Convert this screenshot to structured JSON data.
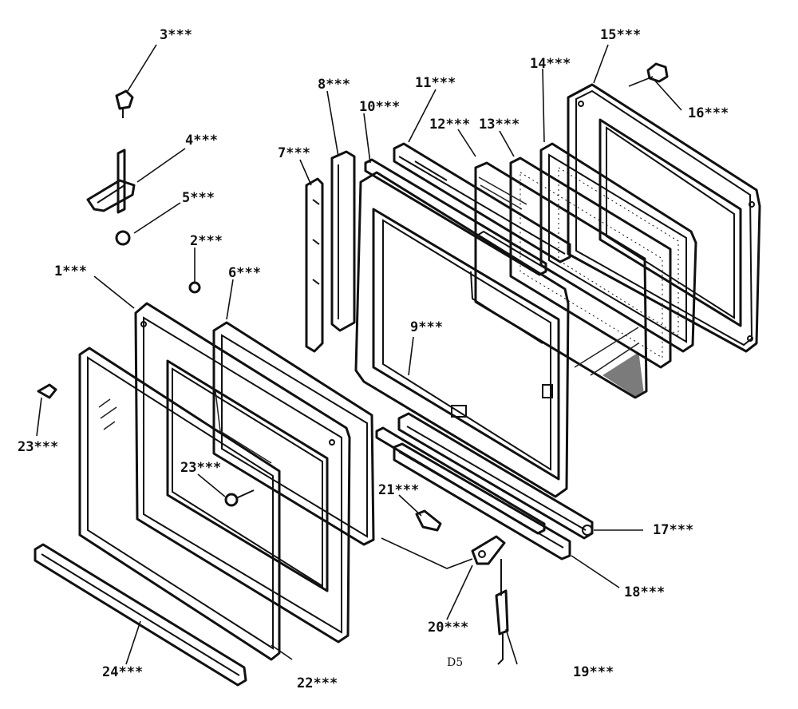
{
  "diagram": {
    "labels": {
      "l1": "1***",
      "l2": "2***",
      "l3": "3***",
      "l4": "4***",
      "l5": "5***",
      "l6": "6***",
      "l7": "7***",
      "l8": "8***",
      "l9": "9***",
      "l10": "10***",
      "l11": "11***",
      "l12": "12***",
      "l13": "13***",
      "l14": "14***",
      "l15": "15***",
      "l16": "16***",
      "l17": "17***",
      "l18": "18***",
      "l19": "19***",
      "l20": "20***",
      "l21": "21***",
      "l22": "22***",
      "l23a": "23***",
      "l23b": "23***",
      "l24": "24***"
    },
    "code": "D5"
  }
}
